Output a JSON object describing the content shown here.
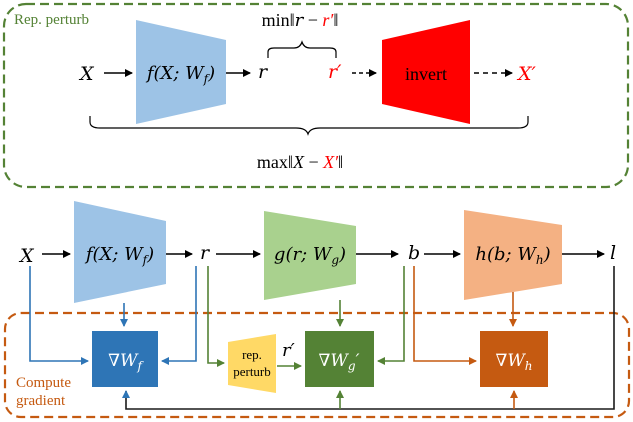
{
  "colors": {
    "green_frame": "#548235",
    "orange_frame": "#C55A11",
    "blue_fill": "#9DC3E6",
    "green_fill": "#A9D18E",
    "orange_fill": "#F4B183",
    "red": "#FF0000",
    "yellow": "#FFD966",
    "grad_blue": "#2E75B6",
    "grad_green": "#548235",
    "grad_orange": "#C55A11"
  },
  "top": {
    "frame_label": "Rep. perturb",
    "input_x": "X",
    "encoder_label": "f(X; W_f)",
    "rep_r": "r",
    "rep_r_prime": "r′",
    "invert_label": "invert",
    "output_x_prime": "X′",
    "min_label": "min‖r − r′‖",
    "max_label": "max‖X − X′‖"
  },
  "bottom": {
    "input_x": "X",
    "f_label": "f(X; W_f)",
    "r_label": "r",
    "g_label": "g(r; W_g)",
    "b_label": "b",
    "h_label": "h(b; W_h)",
    "l_label": "l",
    "grad_f": "∇W_f",
    "grad_g": "∇W_g′",
    "grad_h": "∇W_h",
    "rep_perturb_line1": "rep.",
    "rep_perturb_line2": "perturb",
    "r_prime": "r′",
    "compute_line1": "Compute",
    "compute_line2": "gradient"
  }
}
